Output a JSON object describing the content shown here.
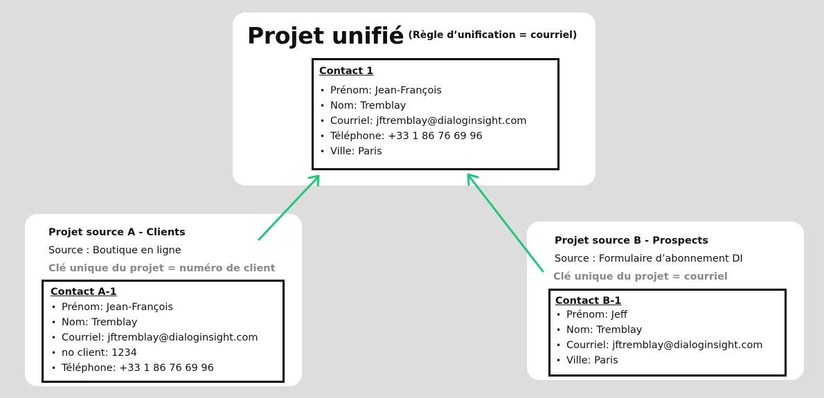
{
  "unified": {
    "title": "Projet unifié",
    "subtitle": "(Règle d’unification = courriel)",
    "contact": {
      "title": "Contact 1",
      "fields": [
        "Prénom: Jean-François",
        "Nom: Tremblay",
        "Courriel: jftremblay@dialoginsight.com",
        "Téléphone: +33 1 86 76 69 96",
        "Ville: Paris"
      ]
    }
  },
  "source_a": {
    "title": "Projet source A - Clients",
    "source": "Source : Boutique en ligne",
    "key": "Clé unique du projet = numéro de client",
    "contact": {
      "title": "Contact A-1",
      "fields": [
        "Prénom: Jean-François",
        "Nom: Tremblay",
        "Courriel: jftremblay@dialoginsight.com",
        "no client: 1234",
        "Téléphone: +33 1 86 76 69 96"
      ]
    }
  },
  "source_b": {
    "title": "Projet source B - Prospects",
    "source": "Source : Formulaire d’abonnement DI",
    "key": "Clé unique du projet = courriel",
    "contact": {
      "title": "Contact B-1",
      "fields": [
        "Prénom: Jeff",
        "Nom: Tremblay",
        "Courriel: jftremblay@dialoginsight.com",
        "Ville: Paris"
      ]
    }
  },
  "colors": {
    "background": "#dddddd",
    "card": "#ffffff",
    "arrow": "#1dc87a",
    "key_text": "#888888"
  }
}
